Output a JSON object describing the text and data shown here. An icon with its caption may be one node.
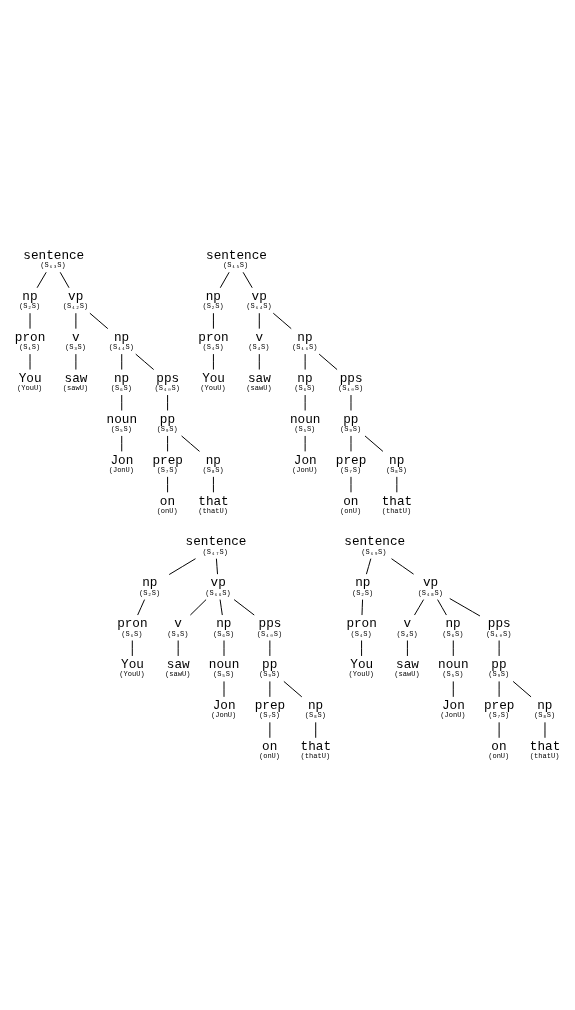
{
  "diagram": {
    "nodes": [
      {
        "text": [
          "sentence",
          "(S₁₃S)"
        ]
      },
      {
        "text": [
          "np",
          "(S₂S)"
        ]
      },
      {
        "text": [
          "vp",
          "(S₁₂S)"
        ]
      },
      {
        "text": [
          "pron",
          "(S₁S)"
        ]
      },
      {
        "text": [
          "v",
          "(S₃S)"
        ]
      },
      {
        "text": [
          "np",
          "(S₁₁S)"
        ]
      },
      {
        "text": [
          "You",
          "(YouU)"
        ]
      },
      {
        "text": [
          "saw",
          "(sawU)"
        ]
      },
      {
        "text": [
          "np",
          "(S₆S)"
        ]
      },
      {
        "text": [
          "pps",
          "(S₁₀S)"
        ]
      },
      {
        "text": [
          "noun",
          "(S₅S)"
        ]
      },
      {
        "text": [
          "pp",
          "(S₉S)"
        ]
      },
      {
        "text": [
          "Jon",
          "(JonU)"
        ]
      },
      {
        "text": [
          "prep",
          "(S₇S)"
        ]
      },
      {
        "text": [
          "np",
          "(S₈S)"
        ]
      },
      {
        "text": [
          "on",
          "(onU)"
        ]
      },
      {
        "text": [
          "that",
          "(thatU)"
        ]
      },
      {
        "text": [
          "sentence",
          "(S₁₅S)"
        ]
      },
      {
        "text": [
          "np",
          "(S₂S)"
        ]
      },
      {
        "text": [
          "vp",
          "(S₁₄S)"
        ]
      },
      {
        "text": [
          "pron",
          "(S₁S)"
        ]
      },
      {
        "text": [
          "v",
          "(S₄S)"
        ]
      },
      {
        "text": [
          "np",
          "(S₁₁S)"
        ]
      },
      {
        "text": [
          "You",
          "(YouU)"
        ]
      },
      {
        "text": [
          "saw",
          "(sawU)"
        ]
      },
      {
        "text": [
          "np",
          "(S₆S)"
        ]
      },
      {
        "text": [
          "pps",
          "(S₁₀S)"
        ]
      },
      {
        "text": [
          "noun",
          "(S₅S)"
        ]
      },
      {
        "text": [
          "pp",
          "(S₉S)"
        ]
      },
      {
        "text": [
          "Jon",
          "(JonU)"
        ]
      },
      {
        "text": [
          "prep",
          "(S₇S)"
        ]
      },
      {
        "text": [
          "np",
          "(S₈S)"
        ]
      },
      {
        "text": [
          "on",
          "(onU)"
        ]
      },
      {
        "text": [
          "that",
          "(thatU)"
        ]
      },
      {
        "text": [
          "sentence",
          "(S₁₇S)"
        ]
      },
      {
        "text": [
          "np",
          "(S₂S)"
        ]
      },
      {
        "text": [
          "vp",
          "(S₁₆S)"
        ]
      },
      {
        "text": [
          "pron",
          "(S₁S)"
        ]
      },
      {
        "text": [
          "v",
          "(S₃S)"
        ]
      },
      {
        "text": [
          "np",
          "(S₆S)"
        ]
      },
      {
        "text": [
          "pps",
          "(S₁₀S)"
        ]
      },
      {
        "text": [
          "You",
          "(YouU)"
        ]
      },
      {
        "text": [
          "saw",
          "(sawU)"
        ]
      },
      {
        "text": [
          "noun",
          "(S₅S)"
        ]
      },
      {
        "text": [
          "pp",
          "(S₉S)"
        ]
      },
      {
        "text": [
          "Jon",
          "(JonU)"
        ]
      },
      {
        "text": [
          "prep",
          "(S₇S)"
        ]
      },
      {
        "text": [
          "np",
          "(S₈S)"
        ]
      },
      {
        "text": [
          "on",
          "(onU)"
        ]
      },
      {
        "text": [
          "that",
          "(thatU)"
        ]
      },
      {
        "text": [
          "sentence",
          "(S₁₉S)"
        ]
      },
      {
        "text": [
          "np",
          "(S₂S)"
        ]
      },
      {
        "text": [
          "vp",
          "(S₁₈S)"
        ]
      },
      {
        "text": [
          "pron",
          "(S₁S)"
        ]
      },
      {
        "text": [
          "v",
          "(S₄S)"
        ]
      },
      {
        "text": [
          "np",
          "(S₆S)"
        ]
      },
      {
        "text": [
          "pps",
          "(S₁₀S)"
        ]
      },
      {
        "text": [
          "You",
          "(YouU)"
        ]
      },
      {
        "text": [
          "saw",
          "(sawU)"
        ]
      },
      {
        "text": [
          "noun",
          "(S₅S)"
        ]
      },
      {
        "text": [
          "pp",
          "(S₉S)"
        ]
      },
      {
        "text": [
          "Jon",
          "(JonU)"
        ]
      },
      {
        "text": [
          "prep",
          "(S₇S)"
        ]
      },
      {
        "text": [
          "np",
          "(S₈S)"
        ]
      },
      {
        "text": [
          "on",
          "(onU)"
        ]
      },
      {
        "text": [
          "that",
          "(thatU)"
        ]
      }
    ],
    "edges": [
      {
        "from": 0,
        "to": 1,
        "arrow": "none"
      },
      {
        "from": 0,
        "to": 2,
        "arrow": "none"
      },
      {
        "from": 1,
        "to": 3,
        "arrow": "none"
      },
      {
        "from": 2,
        "to": 4,
        "arrow": "none"
      },
      {
        "from": 2,
        "to": 5,
        "arrow": "none"
      },
      {
        "from": 3,
        "to": 6,
        "arrow": "none"
      },
      {
        "from": 4,
        "to": 7,
        "arrow": "none"
      },
      {
        "from": 5,
        "to": 8,
        "arrow": "none"
      },
      {
        "from": 5,
        "to": 9,
        "arrow": "none"
      },
      {
        "from": 8,
        "to": 10,
        "arrow": "none"
      },
      {
        "from": 9,
        "to": 11,
        "arrow": "none"
      },
      {
        "from": 10,
        "to": 12,
        "arrow": "none"
      },
      {
        "from": 11,
        "to": 13,
        "arrow": "none"
      },
      {
        "from": 11,
        "to": 14,
        "arrow": "none"
      },
      {
        "from": 13,
        "to": 15,
        "arrow": "none"
      },
      {
        "from": 14,
        "to": 16,
        "arrow": "none"
      },
      {
        "from": 17,
        "to": 18,
        "arrow": "none"
      },
      {
        "from": 17,
        "to": 19,
        "arrow": "none"
      },
      {
        "from": 18,
        "to": 20,
        "arrow": "none"
      },
      {
        "from": 19,
        "to": 21,
        "arrow": "none"
      },
      {
        "from": 19,
        "to": 22,
        "arrow": "none"
      },
      {
        "from": 20,
        "to": 23,
        "arrow": "none"
      },
      {
        "from": 21,
        "to": 24,
        "arrow": "none"
      },
      {
        "from": 22,
        "to": 25,
        "arrow": "none"
      },
      {
        "from": 22,
        "to": 26,
        "arrow": "none"
      },
      {
        "from": 25,
        "to": 27,
        "arrow": "none"
      },
      {
        "from": 26,
        "to": 28,
        "arrow": "none"
      },
      {
        "from": 27,
        "to": 29,
        "arrow": "none"
      },
      {
        "from": 28,
        "to": 30,
        "arrow": "none"
      },
      {
        "from": 28,
        "to": 31,
        "arrow": "none"
      },
      {
        "from": 30,
        "to": 32,
        "arrow": "none"
      },
      {
        "from": 31,
        "to": 33,
        "arrow": "none"
      },
      {
        "from": 34,
        "to": 35,
        "arrow": "none"
      },
      {
        "from": 34,
        "to": 36,
        "arrow": "none"
      },
      {
        "from": 35,
        "to": 37,
        "arrow": "none"
      },
      {
        "from": 36,
        "to": 38,
        "arrow": "none"
      },
      {
        "from": 36,
        "to": 39,
        "arrow": "none"
      },
      {
        "from": 36,
        "to": 40,
        "arrow": "none"
      },
      {
        "from": 37,
        "to": 41,
        "arrow": "none"
      },
      {
        "from": 38,
        "to": 42,
        "arrow": "none"
      },
      {
        "from": 39,
        "to": 43,
        "arrow": "none"
      },
      {
        "from": 40,
        "to": 44,
        "arrow": "none"
      },
      {
        "from": 43,
        "to": 45,
        "arrow": "none"
      },
      {
        "from": 44,
        "to": 46,
        "arrow": "none"
      },
      {
        "from": 44,
        "to": 47,
        "arrow": "none"
      },
      {
        "from": 46,
        "to": 48,
        "arrow": "none"
      },
      {
        "from": 47,
        "to": 49,
        "arrow": "none"
      },
      {
        "from": 50,
        "to": 51,
        "arrow": "none"
      },
      {
        "from": 50,
        "to": 52,
        "arrow": "none"
      },
      {
        "from": 51,
        "to": 53,
        "arrow": "none"
      },
      {
        "from": 52,
        "to": 54,
        "arrow": "none"
      },
      {
        "from": 52,
        "to": 55,
        "arrow": "none"
      },
      {
        "from": 52,
        "to": 56,
        "arrow": "none"
      },
      {
        "from": 53,
        "to": 57,
        "arrow": "none"
      },
      {
        "from": 54,
        "to": 58,
        "arrow": "none"
      },
      {
        "from": 55,
        "to": 59,
        "arrow": "none"
      },
      {
        "from": 56,
        "to": 60,
        "arrow": "none"
      },
      {
        "from": 59,
        "to": 61,
        "arrow": "none"
      },
      {
        "from": 60,
        "to": 62,
        "arrow": "none"
      },
      {
        "from": 60,
        "to": 63,
        "arrow": "none"
      },
      {
        "from": 62,
        "to": 64,
        "arrow": "none"
      },
      {
        "from": 63,
        "to": 65,
        "arrow": "none"
      }
    ]
  }
}
